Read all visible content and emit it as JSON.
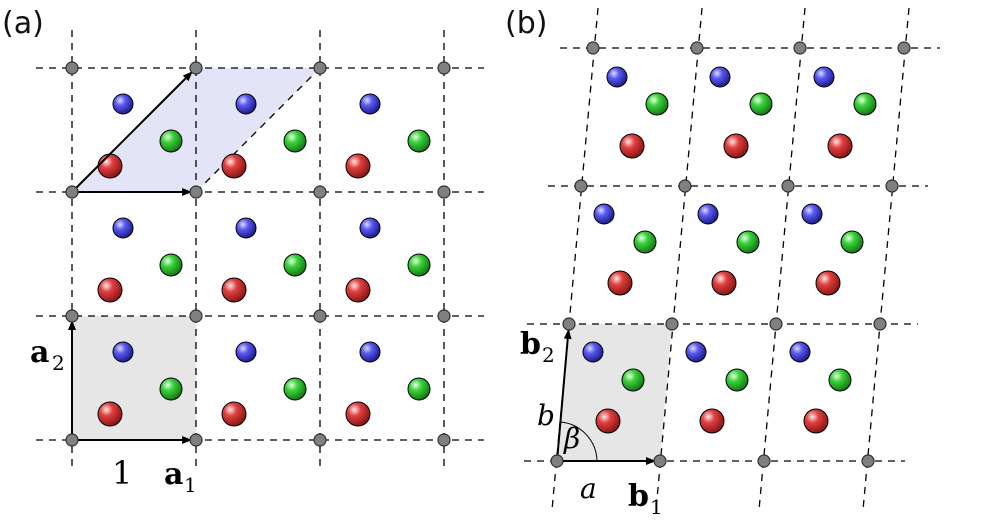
{
  "panels": [
    {
      "id": "a",
      "label": "(a)"
    },
    {
      "id": "b",
      "label": "(b)"
    }
  ],
  "labels": {
    "a2_main": "a",
    "a2_sub": "2",
    "a1_main": "a",
    "a1_sub": "1",
    "unit_length": "1",
    "b2_main": "b",
    "b2_sub": "2",
    "b1_main": "b",
    "b1_sub": "1",
    "len_a": "a",
    "len_b": "b",
    "angle_beta": "β"
  },
  "colors": {
    "atom_blue": "#2b2bd6",
    "atom_green": "#22b822",
    "atom_red": "#cc2222",
    "lattice_point": "#808080",
    "unit_cell": "#e6e6e6",
    "primitive_cell": "#e4e4f9"
  }
}
